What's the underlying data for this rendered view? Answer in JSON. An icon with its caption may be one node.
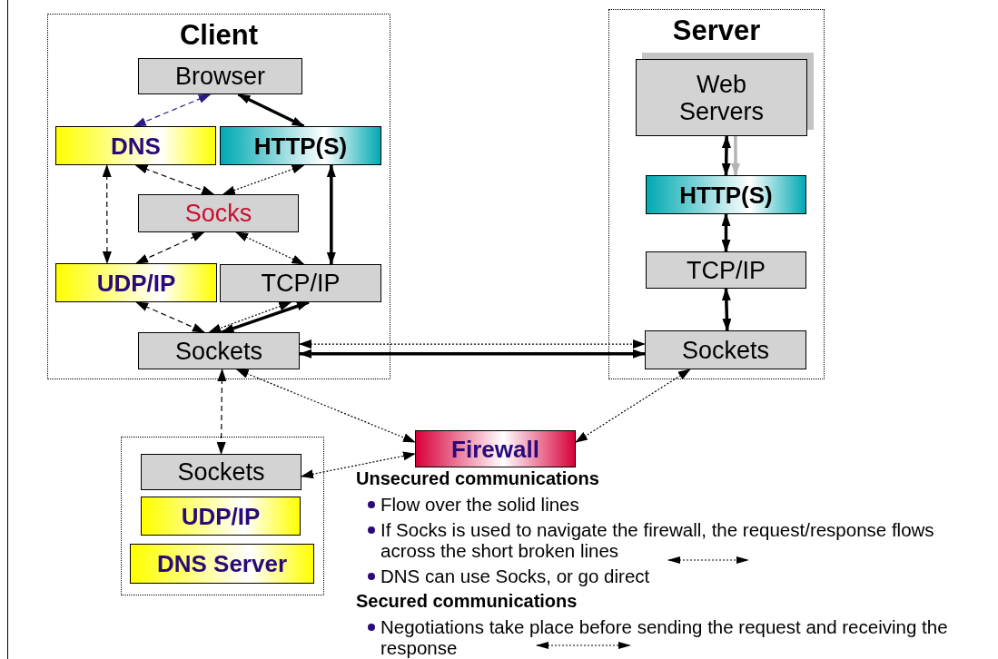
{
  "diagram": {
    "nodes": [
      {
        "text": [
          "Client"
        ]
      },
      {
        "text": [
          "Browser"
        ],
        "in": 0
      },
      {
        "text": [
          "DNS"
        ],
        "in": 0
      },
      {
        "text": [
          "HTTP(S)"
        ],
        "in": 0
      },
      {
        "text": [
          "Socks"
        ],
        "in": 0
      },
      {
        "text": [
          "UDP/IP"
        ],
        "in": 0
      },
      {
        "text": [
          "TCP/IP"
        ],
        "in": 0
      },
      {
        "text": [
          "Sockets"
        ],
        "in": 0
      },
      {
        "text": [
          "Server"
        ]
      },
      {
        "text": [
          "Web Servers"
        ],
        "in": 8
      },
      {
        "text": [
          "HTTP(S)"
        ],
        "in": 8
      },
      {
        "text": [
          "TCP/IP"
        ],
        "in": 8
      },
      {
        "text": [
          "Sockets"
        ],
        "in": 8
      },
      {
        "text": [],
        "shape": "box"
      },
      {
        "text": [
          "Sockets"
        ],
        "in": 13
      },
      {
        "text": [
          "UDP/IP"
        ],
        "in": 13
      },
      {
        "text": [
          "DNS Server"
        ],
        "in": 13
      },
      {
        "text": [
          "Firewall"
        ]
      }
    ],
    "edges": [
      {
        "from": 1,
        "to": 2,
        "arrow": "both",
        "style": "dashed",
        "color": "#2e1a87"
      },
      {
        "from": 1,
        "to": 3,
        "arrow": "both",
        "style": "thick"
      },
      {
        "from": 2,
        "to": 4,
        "arrow": "both",
        "style": "dashed"
      },
      {
        "from": 3,
        "to": 4,
        "arrow": "both",
        "style": "dashed"
      },
      {
        "from": 2,
        "to": 5,
        "arrow": "both",
        "style": "dashed"
      },
      {
        "from": 3,
        "to": 6,
        "arrow": "both",
        "style": "thick"
      },
      {
        "from": 4,
        "to": 5,
        "arrow": "both",
        "style": "dashed"
      },
      {
        "from": 4,
        "to": 6,
        "arrow": "both",
        "style": "dashed"
      },
      {
        "from": 5,
        "to": 7,
        "arrow": "both",
        "style": "dashed"
      },
      {
        "from": 6,
        "to": 7,
        "arrow": "both",
        "style": "dashed"
      },
      {
        "from": 6,
        "to": 7,
        "arrow": "both",
        "style": "thick"
      },
      {
        "from": 7,
        "to": 12,
        "arrow": "both",
        "style": "dashed"
      },
      {
        "from": 7,
        "to": 12,
        "arrow": "both",
        "style": "thick"
      },
      {
        "from": 9,
        "to": 10,
        "arrow": "both",
        "style": "thick"
      },
      {
        "from": 9,
        "to": 10,
        "arrow": "both",
        "style": "thick",
        "color": "#b4b4b4"
      },
      {
        "from": 10,
        "to": 11,
        "arrow": "both",
        "style": "thick"
      },
      {
        "from": 11,
        "to": 12,
        "arrow": "both",
        "style": "thick"
      },
      {
        "from": 7,
        "to": 14,
        "arrow": "both",
        "style": "dashed"
      },
      {
        "from": 7,
        "to": 17,
        "arrow": "both",
        "style": "dashed"
      },
      {
        "from": 12,
        "to": 17,
        "arrow": "both",
        "style": "dashed"
      },
      {
        "from": 14,
        "to": 17,
        "arrow": "both",
        "style": "dashed"
      }
    ],
    "labels": [
      "Unsecured communications",
      "Flow over the solid lines",
      "If Socks is used to navigate the firewall, the request/response flows across the short broken lines",
      "DNS can use Socks, or go direct",
      "Secured communications",
      "Negotiations take place before sending the request and receiving the response"
    ]
  }
}
